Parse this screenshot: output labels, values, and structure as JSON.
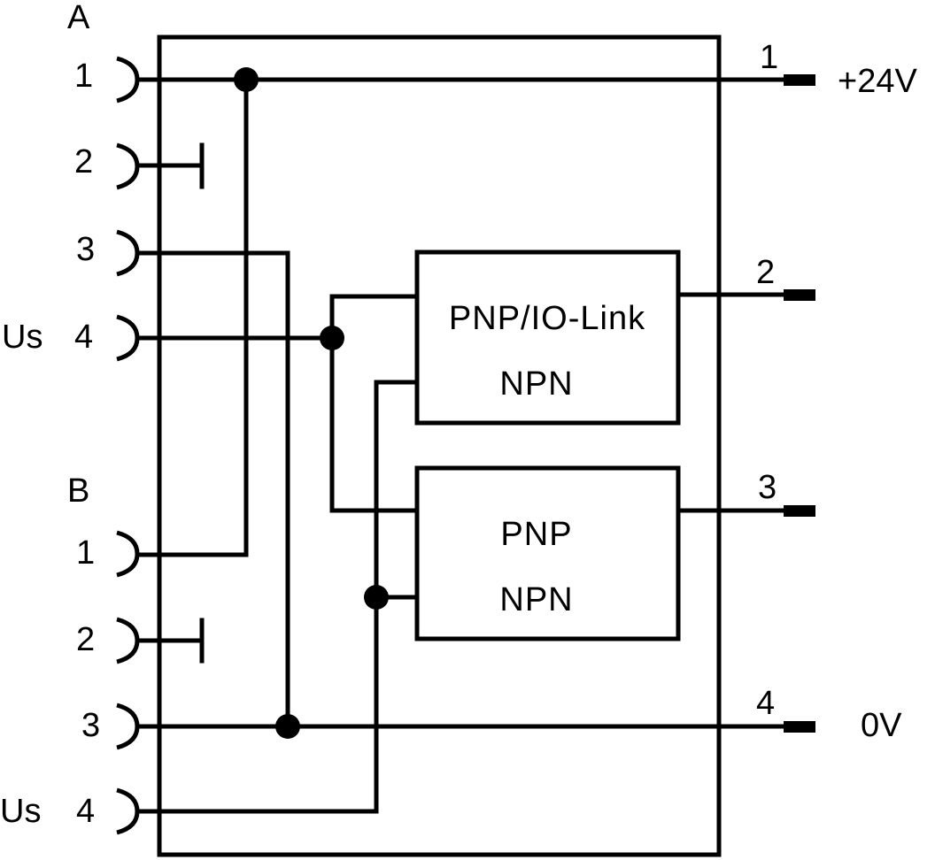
{
  "diagram": {
    "connector_a": {
      "label": "A",
      "pins": [
        {
          "number": "1",
          "side_label": ""
        },
        {
          "number": "2",
          "side_label": ""
        },
        {
          "number": "3",
          "side_label": ""
        },
        {
          "number": "4",
          "side_label": "Us"
        }
      ]
    },
    "connector_b": {
      "label": "B",
      "pins": [
        {
          "number": "1",
          "side_label": ""
        },
        {
          "number": "2",
          "side_label": ""
        },
        {
          "number": "3",
          "side_label": ""
        },
        {
          "number": "4",
          "side_label": "Us"
        }
      ]
    },
    "blocks": [
      {
        "line1": "PNP/IO-Link",
        "line2": "NPN"
      },
      {
        "line1": "PNP",
        "line2": "NPN"
      }
    ],
    "outputs": [
      {
        "number": "1",
        "label": "+24V"
      },
      {
        "number": "2",
        "label": ""
      },
      {
        "number": "3",
        "label": ""
      },
      {
        "number": "4",
        "label": "0V"
      }
    ]
  }
}
